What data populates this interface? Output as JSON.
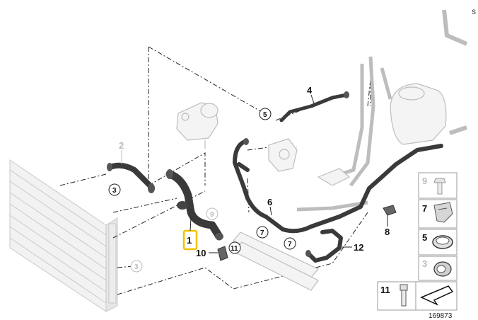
{
  "corner_text": "S",
  "image_number": "169873",
  "parts": {
    "p1": "1",
    "p2": "2",
    "p4": "4",
    "p6": "6",
    "p8": "8",
    "p10": "10",
    "p12": "12"
  },
  "callouts": {
    "c3a": "3",
    "c3b": "3",
    "c5": "5",
    "c7a": "7",
    "c7b": "7",
    "c9": "9",
    "c11": "11"
  },
  "legend": {
    "l9": "9",
    "l7": "7",
    "l5": "5",
    "l3": "3",
    "l11": "11"
  },
  "colors": {
    "highlight": "#f2c200",
    "hose": "#3a3a3a",
    "ghost": "#cfcfcf"
  }
}
